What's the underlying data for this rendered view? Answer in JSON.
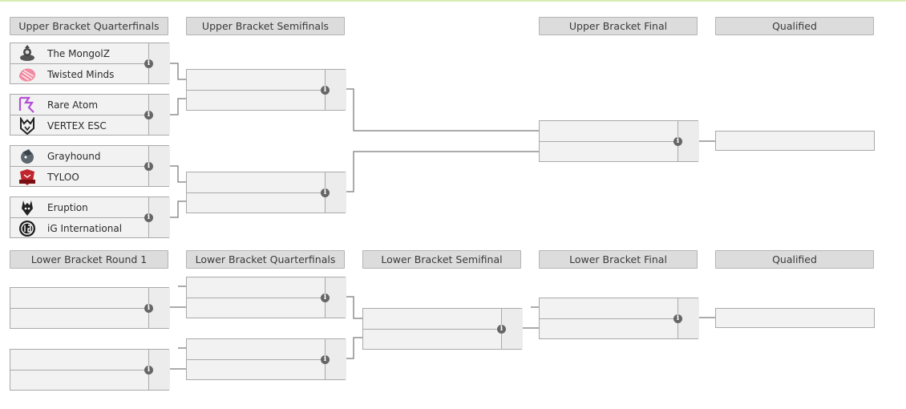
{
  "headers": {
    "ub_qf": "Upper Bracket Quarterfinals",
    "ub_sf": "Upper Bracket Semifinals",
    "ub_final": "Upper Bracket Final",
    "ub_qualified": "Qualified",
    "lb_r1": "Lower Bracket Round 1",
    "lb_qf": "Lower Bracket Quarterfinals",
    "lb_sf": "Lower Bracket Semifinal",
    "lb_final": "Lower Bracket Final",
    "lb_qualified": "Qualified"
  },
  "teams": {
    "mongolz": "The MongolZ",
    "twisted": "Twisted Minds",
    "rareatom": "Rare Atom",
    "vertex": "VERTEX ESC",
    "grayhound": "Grayhound",
    "tyloo": "TYLOO",
    "eruption": "Eruption",
    "ig": "iG International"
  },
  "info_glyph": "i",
  "icon_names": {
    "mongolz": "mongolz-logo-icon",
    "twisted": "twisted-minds-logo-icon",
    "rareatom": "rare-atom-logo-icon",
    "vertex": "vertex-esc-logo-icon",
    "grayhound": "grayhound-logo-icon",
    "tyloo": "tyloo-logo-icon",
    "eruption": "eruption-logo-icon",
    "ig": "ig-international-logo-icon"
  },
  "colors": {
    "header_bg": "#dcdcdc",
    "match_bg": "#f2f2f2",
    "border": "#a9a9a9",
    "connector": "#8f8f8f",
    "accent": "#d8ecb3"
  }
}
